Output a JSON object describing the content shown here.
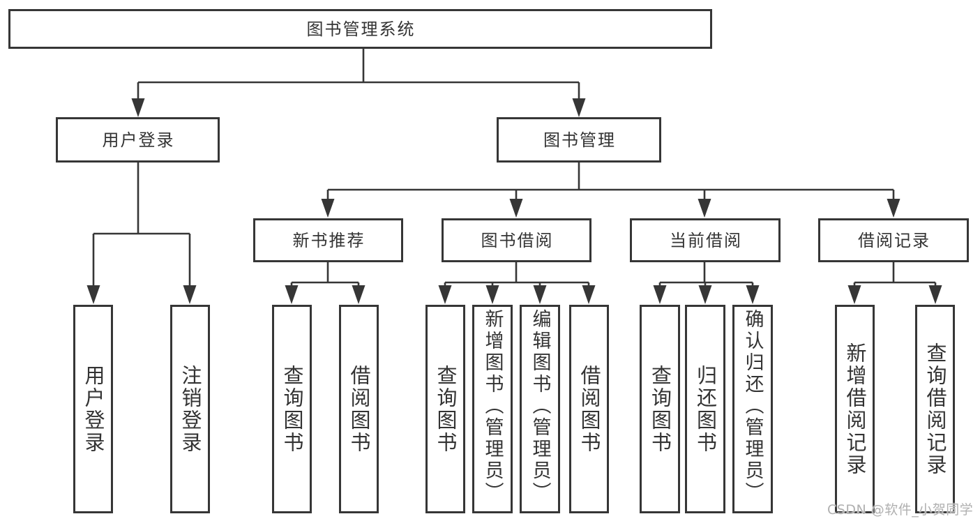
{
  "diagram_title": "图书管理系统",
  "colors": {
    "line": "#363636",
    "box_border": "#363636",
    "box_fill": "#ffffff",
    "text": "#333333",
    "watermark": "#b0b0b0"
  },
  "tree": {
    "root": {
      "label": "图书管理系统",
      "children": [
        {
          "label": "用户登录",
          "children": [
            {
              "label": "用户登录"
            },
            {
              "label": "注销登录"
            }
          ]
        },
        {
          "label": "图书管理",
          "children": [
            {
              "label": "新书推荐",
              "children": [
                {
                  "label": "查询图书"
                },
                {
                  "label": "借阅图书"
                }
              ]
            },
            {
              "label": "图书借阅",
              "children": [
                {
                  "label": "查询图书"
                },
                {
                  "label": "新增图书（管理员）"
                },
                {
                  "label": "编辑图书（管理员）"
                },
                {
                  "label": "借阅图书"
                }
              ]
            },
            {
              "label": "当前借阅",
              "children": [
                {
                  "label": "查询图书"
                },
                {
                  "label": "归还图书"
                },
                {
                  "label": "确认归还（管理员）"
                }
              ]
            },
            {
              "label": "借阅记录",
              "children": [
                {
                  "label": "新增借阅记录"
                },
                {
                  "label": "查询借阅记录"
                }
              ]
            }
          ]
        }
      ]
    }
  },
  "watermark": {
    "text": "CSDN @软件_小贺同学"
  }
}
